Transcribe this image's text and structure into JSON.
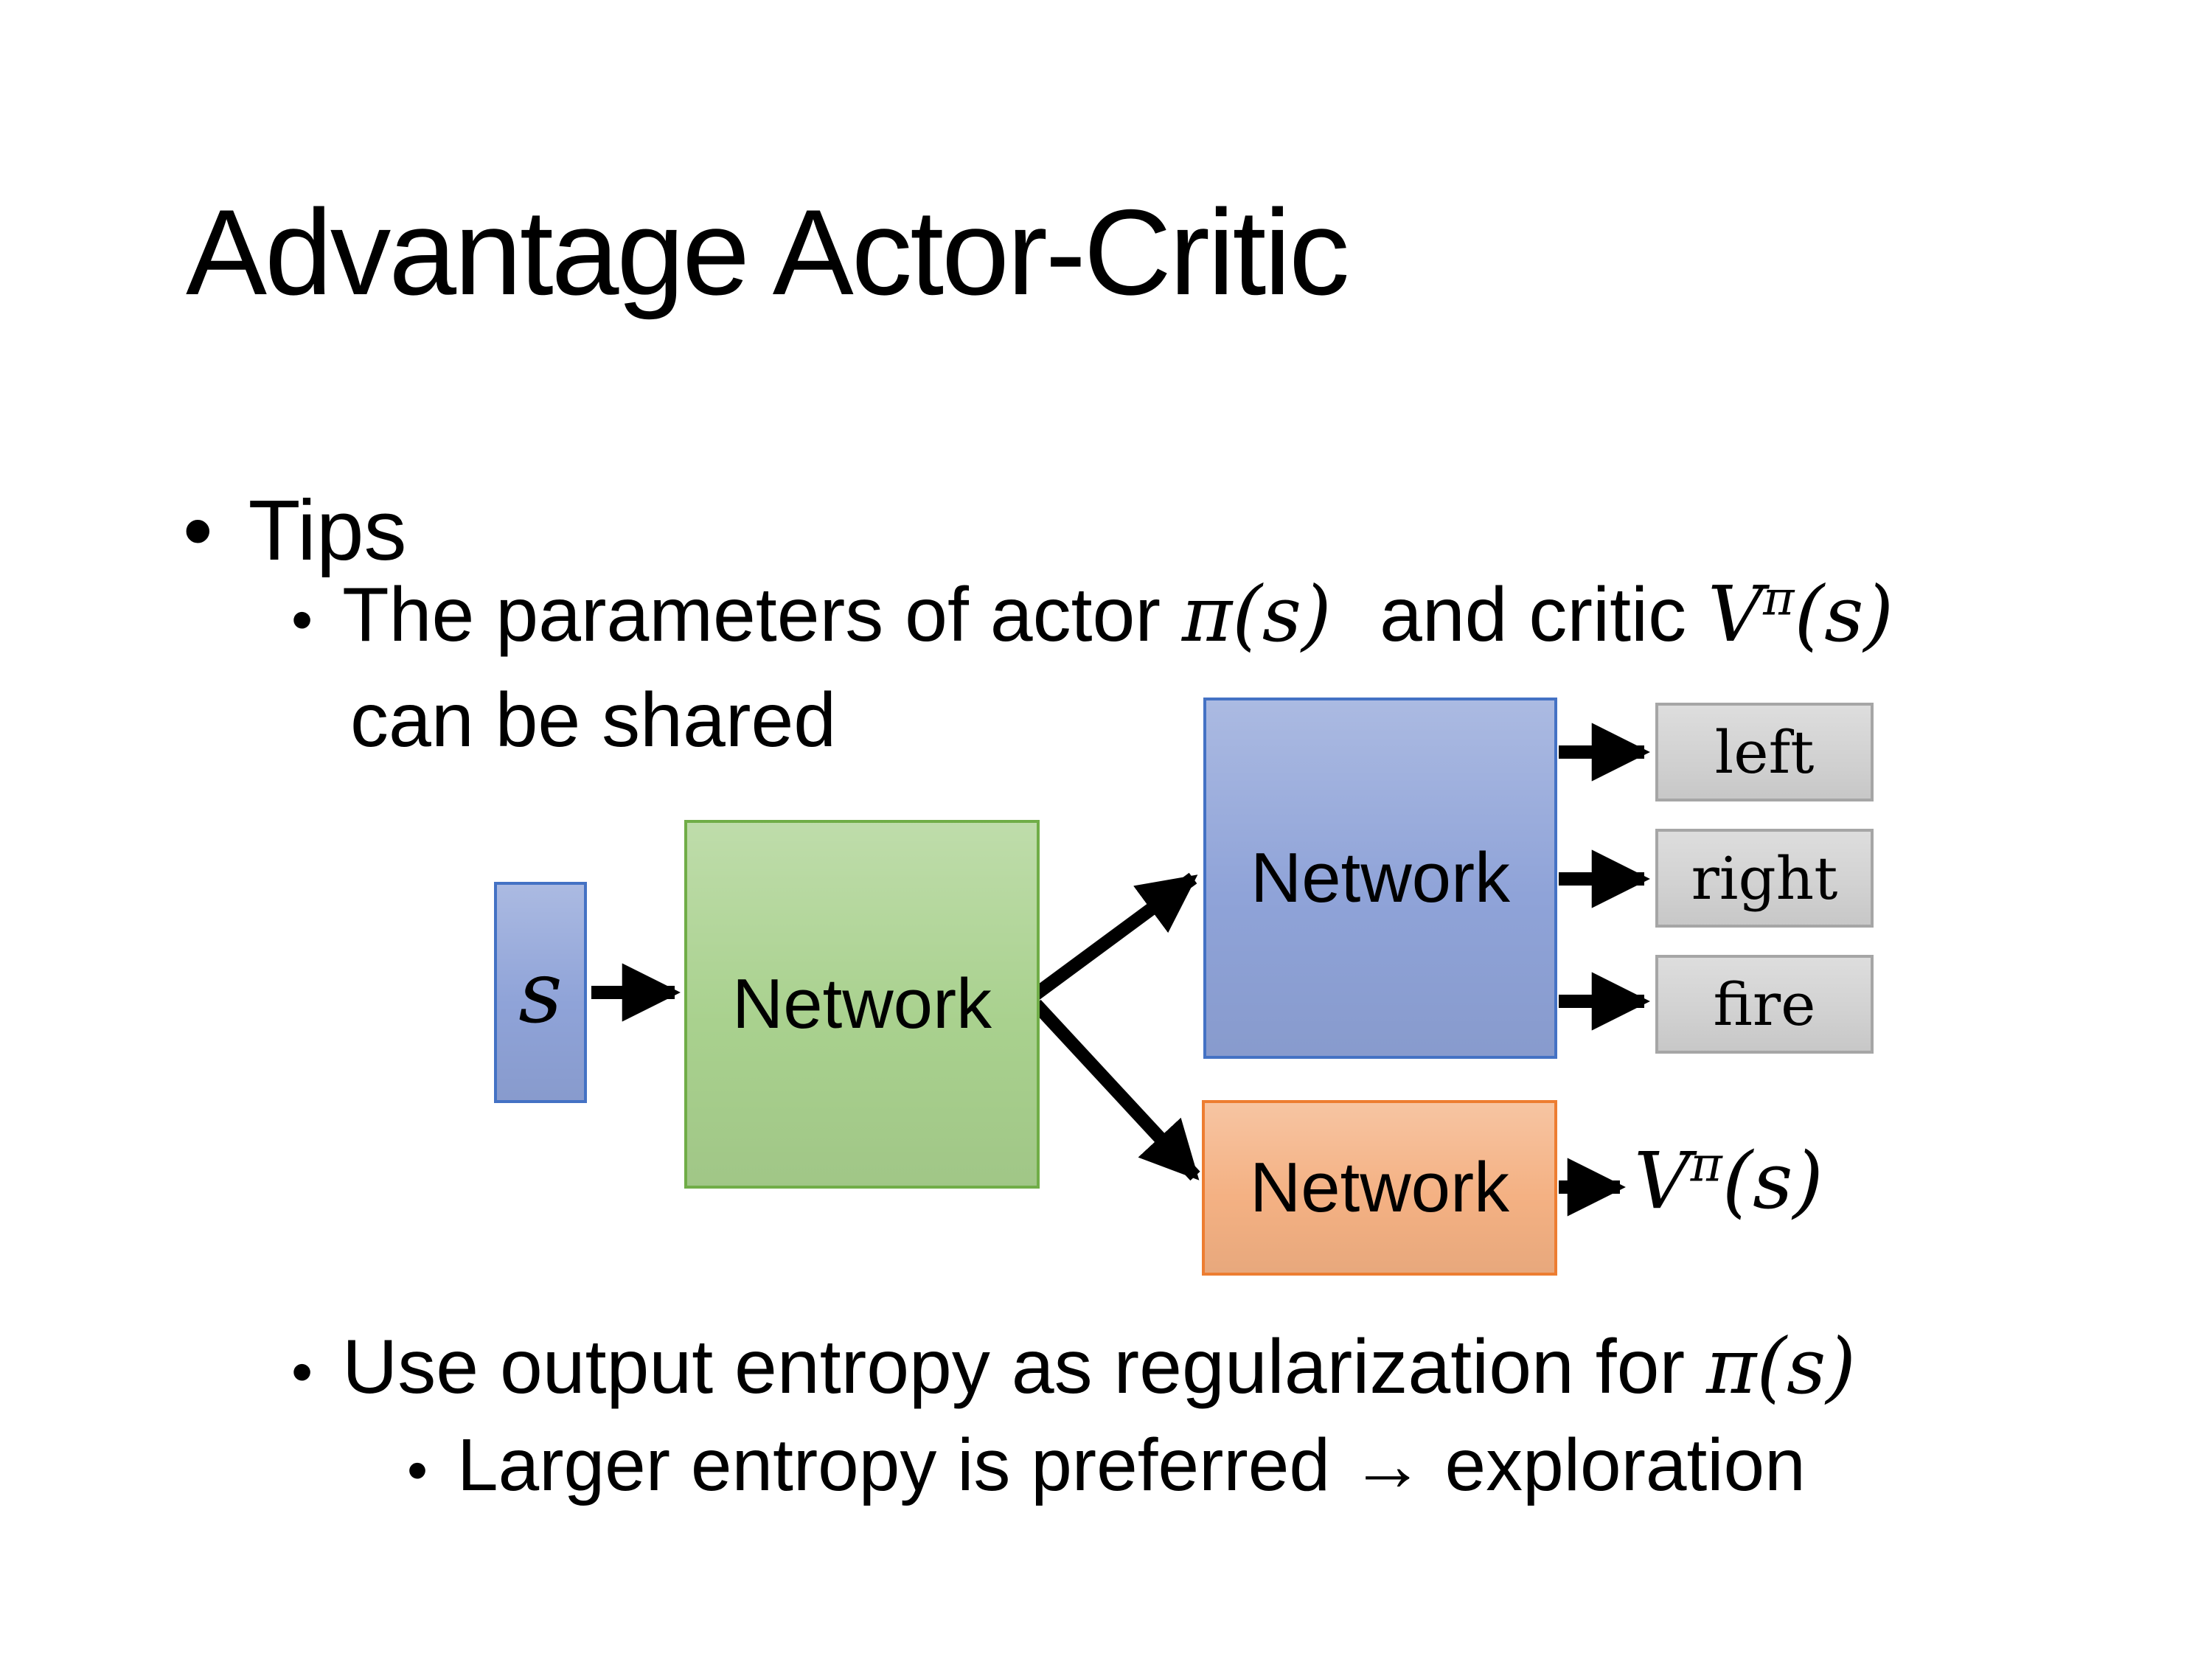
{
  "slide": {
    "title": "Advantage Actor-Critic",
    "bullet_glyph": "•",
    "bullets": {
      "tips": "Tips",
      "param_prefix": "The parameters of actor ",
      "actor_math": "π(s)",
      "param_mid": " and critic ",
      "critic_base": "V",
      "critic_sup": "π",
      "critic_args": "(s)",
      "param_line2": "can be shared",
      "entropy_prefix": "Use output entropy as regularization for ",
      "entropy_math": "π(s)",
      "explore": "Larger entropy is preferred → exploration"
    }
  },
  "diagram": {
    "input_label": "s",
    "shared_network": "Network",
    "actor_network": "Network",
    "critic_network": "Network",
    "actions": [
      "left",
      "right",
      "fire"
    ],
    "value_base": "V",
    "value_sup": "π",
    "value_args": "(s)"
  },
  "colors": {
    "background": "#ffffff",
    "text": "#000000",
    "arrow": "#000000",
    "state_fill": "#8fa3d8",
    "state_border": "#4472c4",
    "shared_fill": "#a9d18e",
    "shared_border": "#70ad47",
    "actor_fill": "#8fa3d8",
    "actor_border": "#4472c4",
    "critic_fill": "#f4b183",
    "critic_border": "#ed7d31",
    "action_fill": "#d2d2d2",
    "action_border": "#a6a6a6"
  }
}
